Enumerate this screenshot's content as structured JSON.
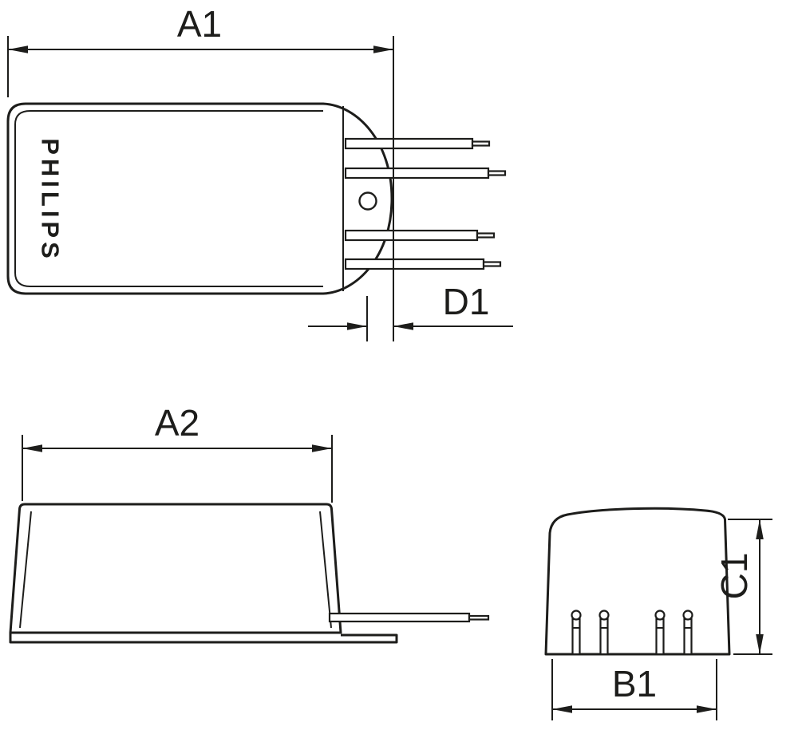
{
  "drawing": {
    "brand": "PHILIPS",
    "labels": {
      "a1": "A1",
      "a2": "A2",
      "d1": "D1",
      "b1": "B1",
      "c1": "C1"
    },
    "colors": {
      "line": "#1d1d1b",
      "background": "#ffffff"
    }
  }
}
